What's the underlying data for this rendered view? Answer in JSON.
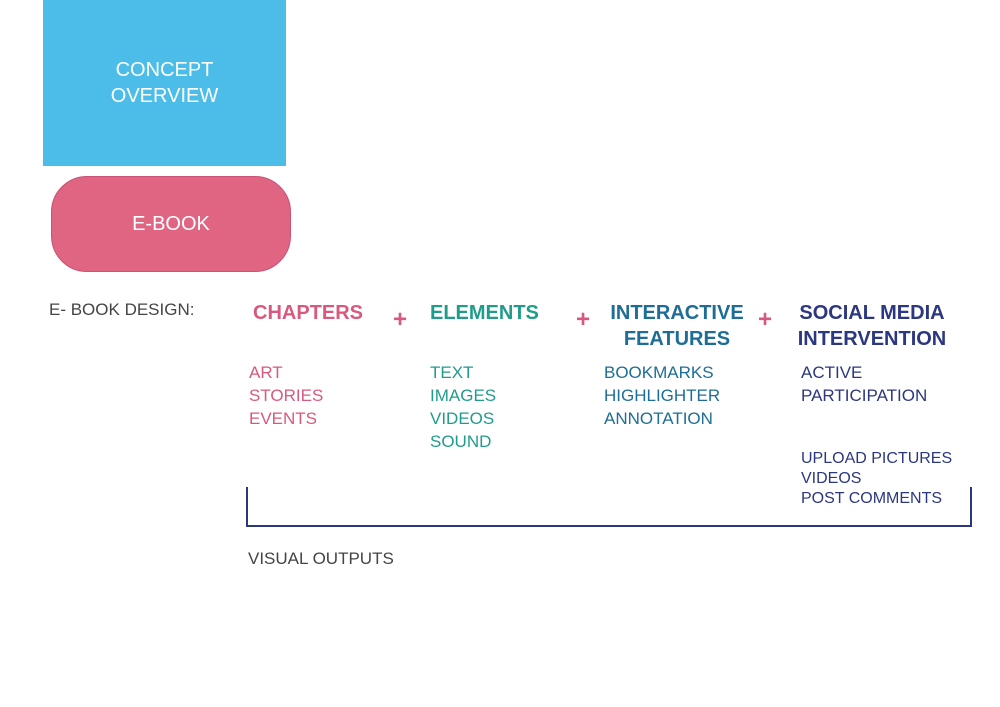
{
  "colors": {
    "concept": "#4bbde8",
    "ebook": "#df6583",
    "chapters": "#d9597e",
    "elements": "#1f9c8c",
    "interactive": "#1d6d96",
    "social": "#2b3780",
    "plus": "#d9597e",
    "bracket": "#2b3780"
  },
  "concept": {
    "line1": "CONCEPT",
    "line2": "OVERVIEW"
  },
  "ebook": {
    "label": "E-BOOK"
  },
  "design_label": "E- BOOK DESIGN:",
  "plus_symbol": "+",
  "columns": {
    "chapters": {
      "heading": [
        "CHAPTERS"
      ],
      "items": [
        "ART",
        "STORIES",
        "EVENTS"
      ]
    },
    "elements": {
      "heading": [
        "ELEMENTS"
      ],
      "items": [
        "TEXT",
        "IMAGES",
        "VIDEOS",
        "SOUND"
      ]
    },
    "interactive": {
      "heading": [
        "INTERACTIVE",
        "FEATURES"
      ],
      "items": [
        "BOOKMARKS",
        "HIGHLIGHTER",
        "ANNOTATION"
      ]
    },
    "social": {
      "heading": [
        "SOCIAL MEDIA",
        "INTERVENTION"
      ],
      "items": [
        "ACTIVE",
        "PARTICIPATION"
      ],
      "items2": [
        "UPLOAD PICTURES",
        "VIDEOS",
        "POST COMMENTS"
      ]
    }
  },
  "visual_outputs": "VISUAL OUTPUTS"
}
